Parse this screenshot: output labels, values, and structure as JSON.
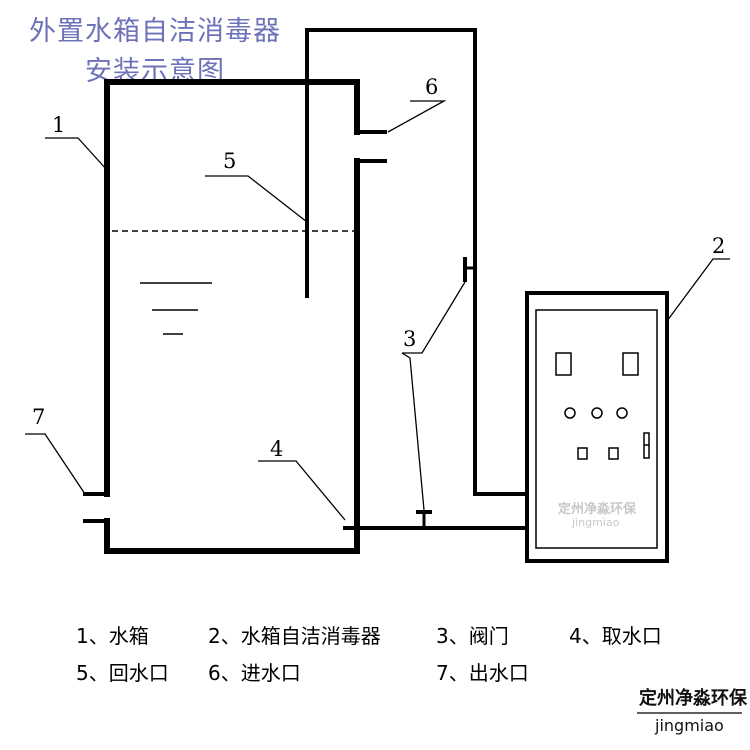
{
  "title": {
    "line1": "外置水箱自洁消毒器",
    "line2": "安装示意图"
  },
  "callouts": {
    "c1": "1",
    "c2": "2",
    "c3": "3",
    "c4": "4",
    "c5": "5",
    "c6": "6",
    "c7": "7"
  },
  "legend": {
    "item1": "1、水箱",
    "item2": "2、水箱自洁消毒器",
    "item3": "3、阀门",
    "item4": "4、取水口",
    "item5": "5、回水口",
    "item6": "6、进水口",
    "item7": "7、出水口"
  },
  "watermark": {
    "name": "定州净淼环保",
    "pinyin": "jingmiao"
  },
  "logo": {
    "name": "定州净淼环保",
    "pinyin": "jingmiao"
  }
}
